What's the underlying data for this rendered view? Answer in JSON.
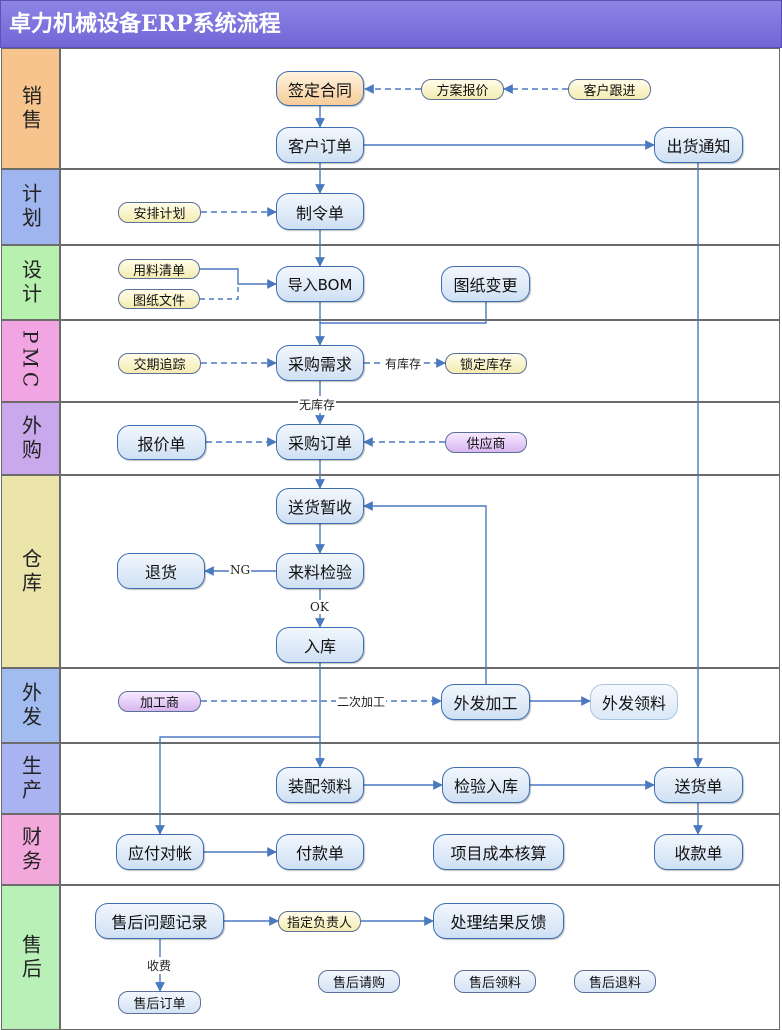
{
  "title": "卓力机械设备ERP系统流程",
  "colors": {
    "title_bar": "#7a70dc",
    "line": "#4b79c0",
    "lanes": {
      "sales": "#f8c48e",
      "plan": "#9fb5ef",
      "design": "#b8f0b0",
      "pmc": "#f2a5e3",
      "outsource_buy": "#c9a8ec",
      "warehouse": "#ebe5ab",
      "outsource": "#a2bcef",
      "production": "#a9b3f2",
      "finance": "#f3a8dc",
      "after_sales": "#b8f0b8"
    }
  },
  "lanes": {
    "sales": "销售",
    "plan": "计划",
    "design": "设计",
    "pmc": "PMC",
    "outsource_buy": "外购",
    "warehouse": "仓库",
    "outsource": "外发",
    "production": "生产",
    "finance": "财务",
    "after_sales": "售后"
  },
  "nodes": {
    "sign_contract": "签定合同",
    "quote_plan": "方案报价",
    "customer_follow": "客户跟进",
    "customer_order": "客户订单",
    "ship_notice": "出货通知",
    "arrange_plan": "安排计划",
    "work_order": "制令单",
    "bom_list": "用料清单",
    "drawing_file": "图纸文件",
    "import_bom": "导入BOM",
    "drawing_change": "图纸变更",
    "delivery_track": "交期追踪",
    "purchase_demand": "采购需求",
    "lock_stock": "锁定库存",
    "quote_sheet": "报价单",
    "purchase_order": "采购订单",
    "supplier": "供应商",
    "delivery_hold": "送货暂收",
    "return_goods": "退货",
    "incoming_qc": "来料检验",
    "stock_in": "入库",
    "processor": "加工商",
    "outsource_process": "外发加工",
    "outsource_pick": "外发领料",
    "assembly_pick": "装配领料",
    "qc_stock_in": "检验入库",
    "delivery_note": "送货单",
    "payable_check": "应付对帐",
    "payment": "付款单",
    "project_cost": "项目成本核算",
    "receipt": "收款单",
    "aftersales_record": "售后问题记录",
    "assign_owner": "指定负责人",
    "result_feedback": "处理结果反馈",
    "aftersales_order": "售后订单",
    "aftersales_purchase": "售后请购",
    "aftersales_pick": "售后领料",
    "aftersales_return": "售后退料"
  },
  "edge_labels": {
    "has_stock": "有库存",
    "no_stock": "无库存",
    "ng": "NG",
    "ok": "OK",
    "second_process": "二次加工",
    "charge": "收费"
  }
}
